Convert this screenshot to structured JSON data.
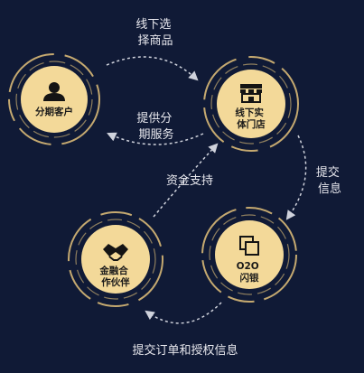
{
  "colors": {
    "background": "#101a36",
    "node_fill": "#f3d999",
    "ring": "#e5c37a",
    "arrow": "#cfd2dc",
    "label": "#e8e8ee",
    "node_text": "#1a1a1a"
  },
  "nodes": [
    {
      "id": "customer",
      "icon": "person-icon",
      "lines": [
        "分期客户"
      ]
    },
    {
      "id": "store",
      "icon": "storefront-icon",
      "lines": [
        "线下实",
        "体门店"
      ]
    },
    {
      "id": "partner",
      "icon": "handshake-icon",
      "lines": [
        "金融合",
        "作伙伴"
      ]
    },
    {
      "id": "o2o",
      "icon": "squares-icon",
      "lines": [
        "O2O",
        "闪银"
      ]
    }
  ],
  "edges": [
    {
      "from": "customer",
      "to": "store",
      "lines": [
        "线下选",
        "择商品"
      ]
    },
    {
      "from": "store",
      "to": "customer",
      "lines": [
        "提供分",
        "期服务"
      ]
    },
    {
      "from": "store",
      "to": "o2o",
      "lines": [
        "提交",
        "信息"
      ]
    },
    {
      "from": "o2o",
      "to": "partner",
      "lines": [
        "提交订单和授权信息"
      ]
    },
    {
      "from": "partner",
      "to": "store",
      "lines": [
        "资金支持"
      ]
    }
  ]
}
